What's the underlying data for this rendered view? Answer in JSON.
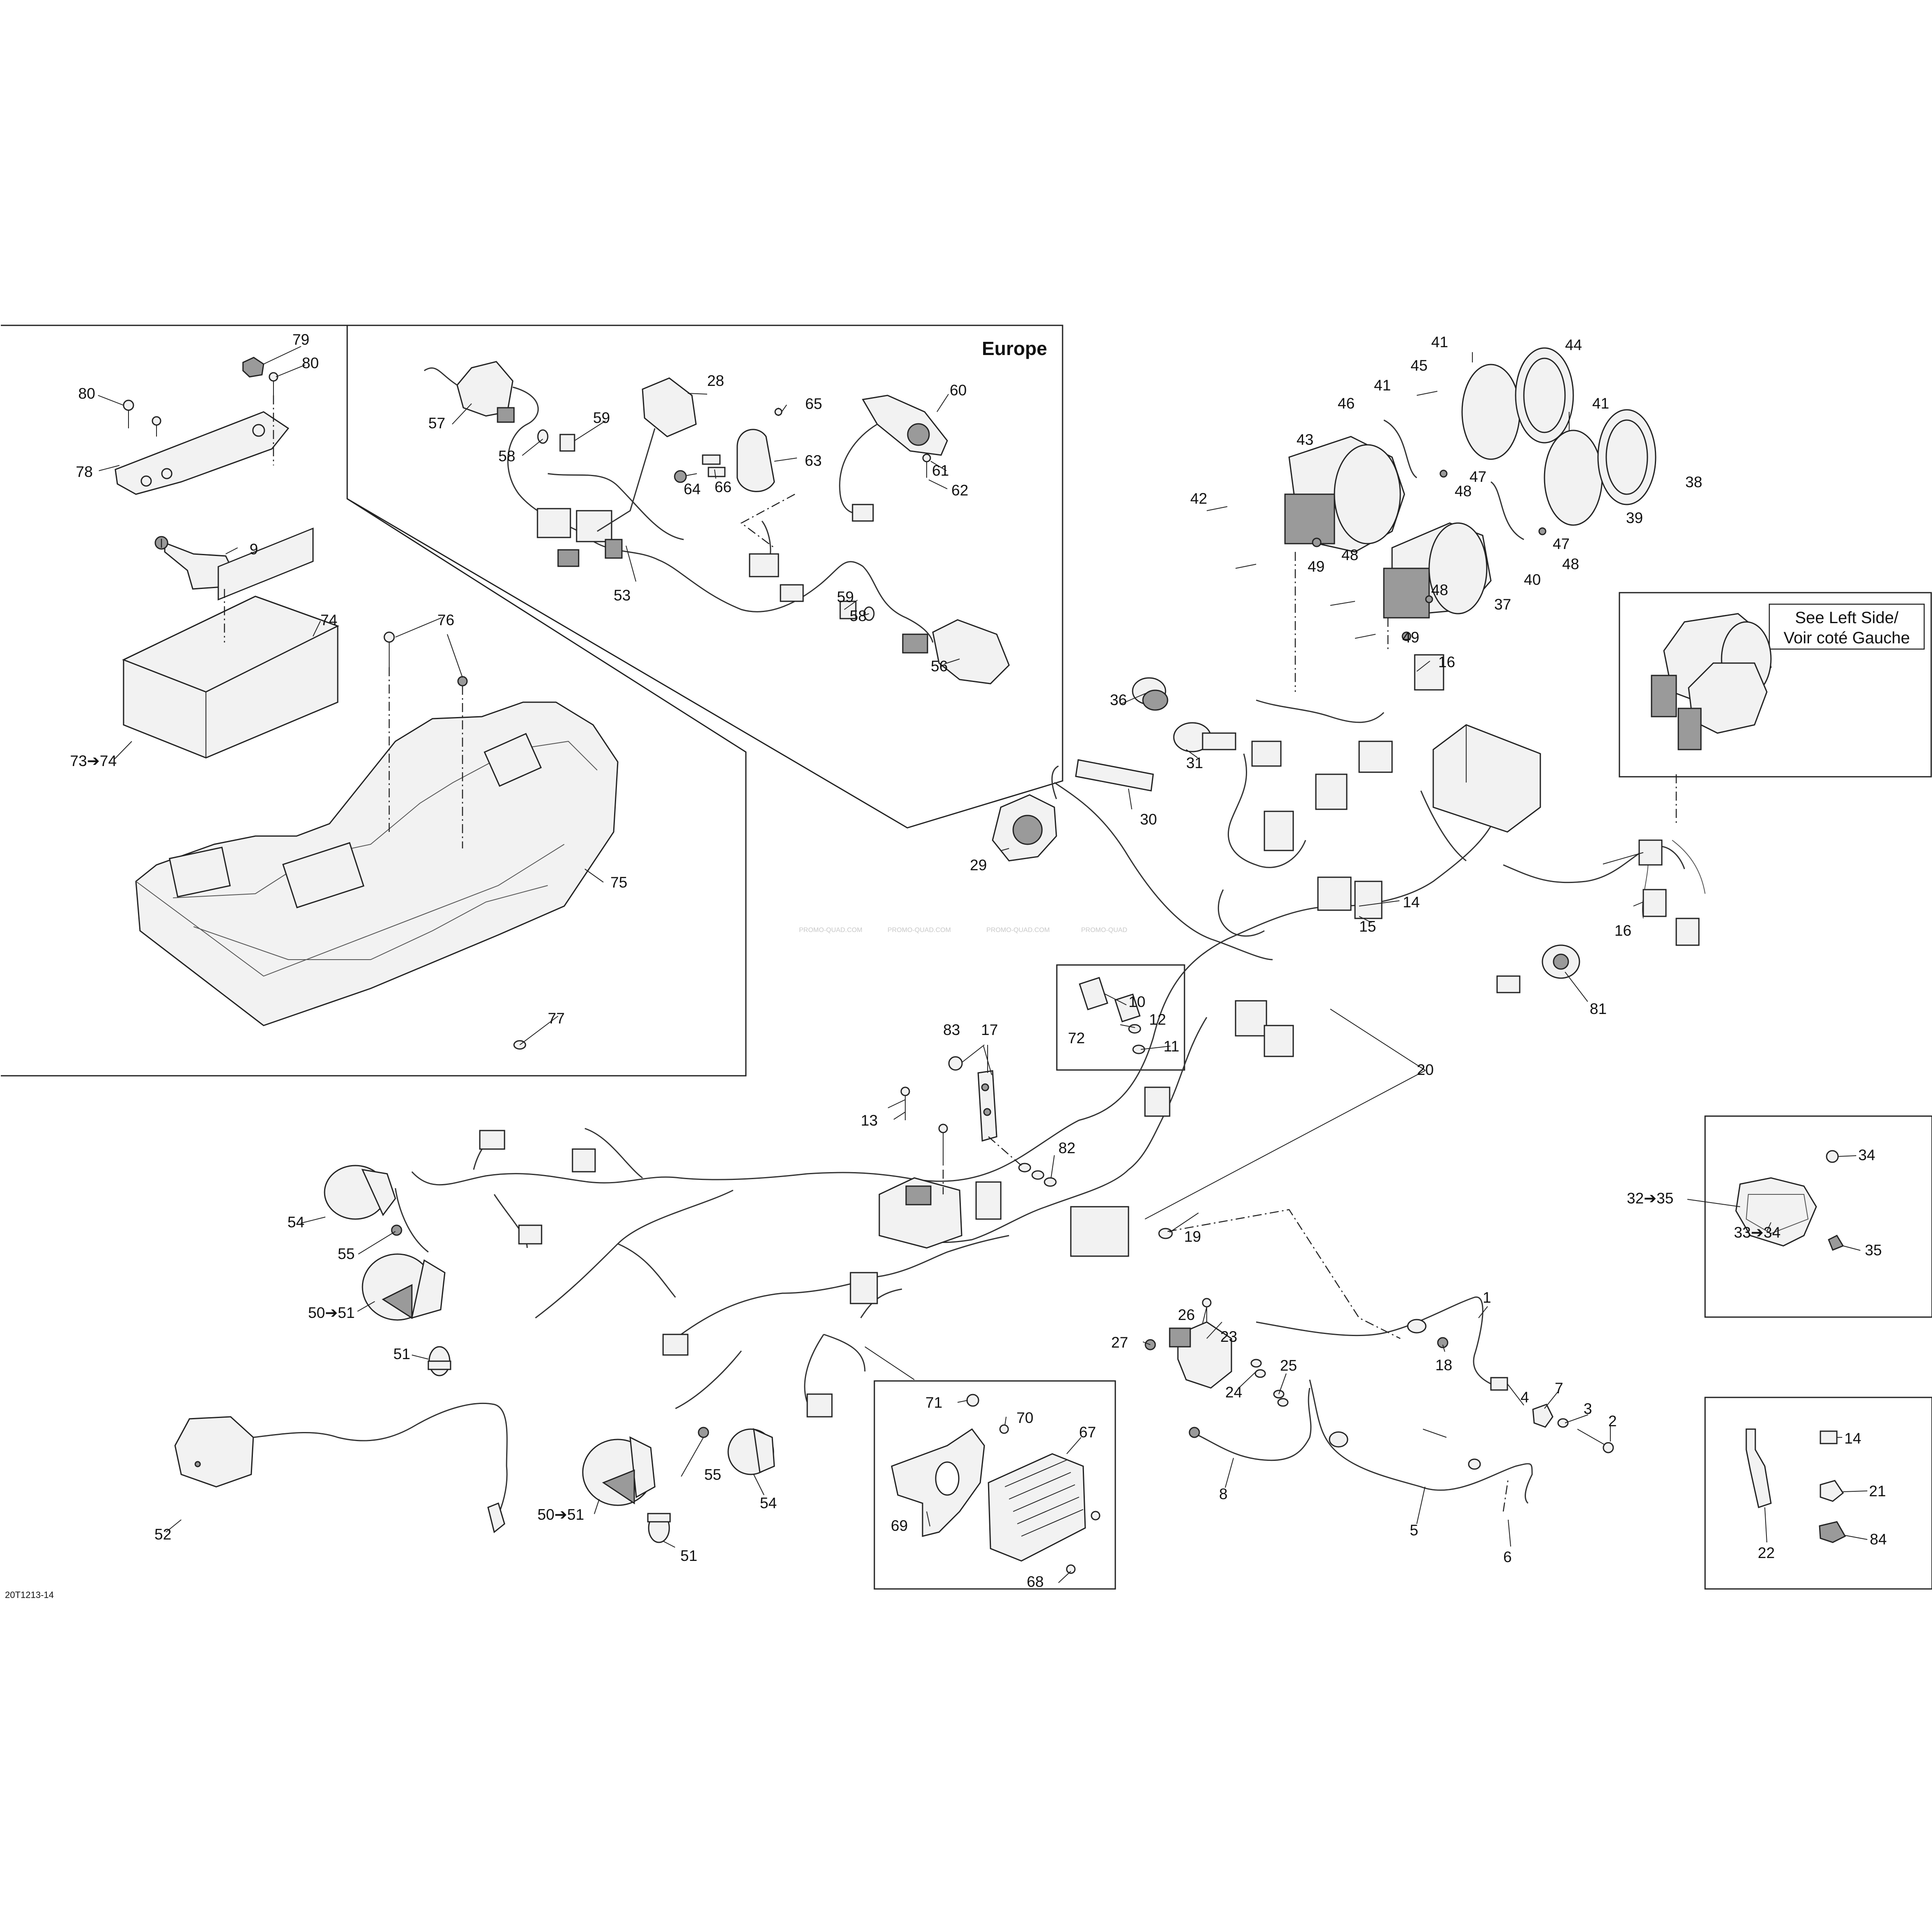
{
  "diagram": {
    "drawing_code": "20T1213-14",
    "europe_header": "Europe",
    "see_left_side_note": [
      "See Left Side/",
      "Voir coté Gauche"
    ],
    "watermark": [
      "PROMO-QUAD.COM",
      "PROMO-QUAD.COM",
      "PROMO-QUAD.COM",
      "PROMO-QUAD"
    ],
    "callouts": {
      "c1": "1",
      "c2": "2",
      "c3": "3",
      "c4": "4",
      "c5": "5",
      "c6": "6",
      "c7": "7",
      "c8": "8",
      "c9": "9",
      "c10": "10",
      "c11": "11",
      "c12": "12",
      "c13": "13",
      "c14": "14",
      "c14b": "14",
      "c15": "15",
      "c16": "16",
      "c16b": "16",
      "c17": "17",
      "c18": "18",
      "c19": "19",
      "c20": "20",
      "c21": "21",
      "c22": "22",
      "c23": "23",
      "c24": "24",
      "c25": "25",
      "c26": "26",
      "c27": "27",
      "c28": "28",
      "c29": "29",
      "c30": "30",
      "c31": "31",
      "c32": "32➔35",
      "c33": "33➔34",
      "c34": "34",
      "c35": "35",
      "c36": "36",
      "c37": "37",
      "c38": "38",
      "c39": "39",
      "c40": "40",
      "c41a": "41",
      "c41b": "41",
      "c41c": "41",
      "c42": "42",
      "c43": "43",
      "c44": "44",
      "c45": "45",
      "c46": "46",
      "c47a": "47",
      "c47b": "47",
      "c48a": "48",
      "c48b": "48",
      "c48c": "48",
      "c48d": "48",
      "c49a": "49",
      "c49b": "49",
      "c50a": "50➔51",
      "c50b": "50➔51",
      "c51a": "51",
      "c51b": "51",
      "c52": "52",
      "c53": "53",
      "c54a": "54",
      "c54b": "54",
      "c55a": "55",
      "c55b": "55",
      "c56": "56",
      "c57": "57",
      "c58a": "58",
      "c58b": "58",
      "c59a": "59",
      "c59b": "59",
      "c60": "60",
      "c61": "61",
      "c62": "62",
      "c63": "63",
      "c64": "64",
      "c65": "65",
      "c66": "66",
      "c67": "67",
      "c68": "68",
      "c69": "69",
      "c70": "70",
      "c71": "71",
      "c72": "72",
      "c73": "73➔74",
      "c74": "74",
      "c75": "75",
      "c76": "76",
      "c77": "77",
      "c78": "78",
      "c79": "79",
      "c80a": "80",
      "c80b": "80",
      "c81": "81",
      "c82": "82",
      "c83": "83",
      "c84": "84"
    }
  }
}
